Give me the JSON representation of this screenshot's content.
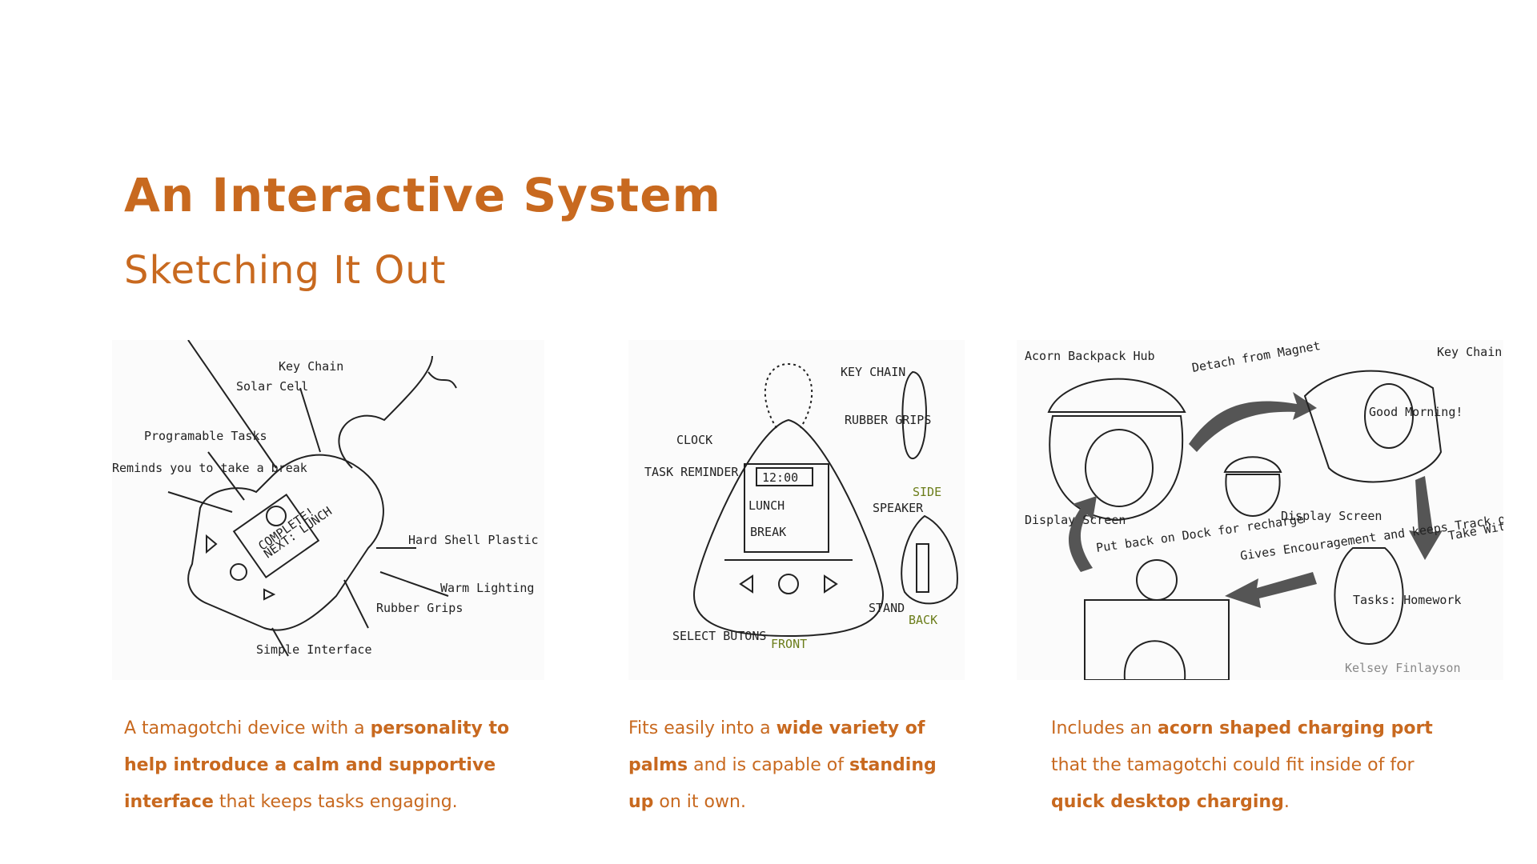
{
  "page": {
    "title": "An Interactive System",
    "subtitle": "Sketching It Out"
  },
  "sketches": {
    "device": {
      "labels": {
        "key_chain": "Key Chain",
        "solar_cell": "Solar Cell",
        "programable_tasks": "Programable Tasks",
        "reminds": "Reminds you to take a break",
        "hard_shell": "Hard Shell Plastic",
        "warm_lighting": "Warm Lighting",
        "rubber_grips": "Rubber Grips",
        "simple_interface": "Simple Interface",
        "screen_text_1": "COMPLETE!",
        "screen_text_2": "NEXT: LUNCH"
      }
    },
    "views": {
      "labels": {
        "key_chain": "KEY CHAIN",
        "rubber_grips": "RUBBER GRIPS",
        "clock": "CLOCK",
        "task_reminder": "TASK REMINDER",
        "time": "12:00",
        "lunch": "LUNCH",
        "break": "BREAK",
        "side": "SIDE",
        "speaker": "SPEAKER",
        "stand": "STAND",
        "back": "BACK",
        "select_buttons": "SELECT BUTONS",
        "front": "FRONT"
      }
    },
    "charging": {
      "labels": {
        "acorn_hub": "Acorn Backpack Hub",
        "detach": "Detach from Magnet",
        "key_chain": "Key Chain",
        "good_morning": "Good Morning!",
        "display_screen_1": "Display Screen",
        "display_screen_2": "Display Screen",
        "put_back": "Put back on Dock for recharge",
        "gives": "Gives Encouragement and keeps Track of Tasks",
        "take_with": "Take With you anywhere",
        "tasks_homework": "Tasks: Homework",
        "signature": "Kelsey Finlayson"
      }
    }
  },
  "captions": {
    "c1": {
      "p1": "A tamagotchi device with a ",
      "b1": "personality to help introduce a calm and supportive interface",
      "p2": " that keeps tasks engaging."
    },
    "c2": {
      "p1": "Fits easily into a ",
      "b1": "wide variety of palms",
      "p2": " and is capable of ",
      "b2": "standing up",
      "p3": " on it own."
    },
    "c3": {
      "p1": "Includes an ",
      "b1": "acorn shaped charging port",
      "p2": " that the tamagotchi could fit inside of for ",
      "b2": "quick desktop charging",
      "p3": "."
    }
  }
}
